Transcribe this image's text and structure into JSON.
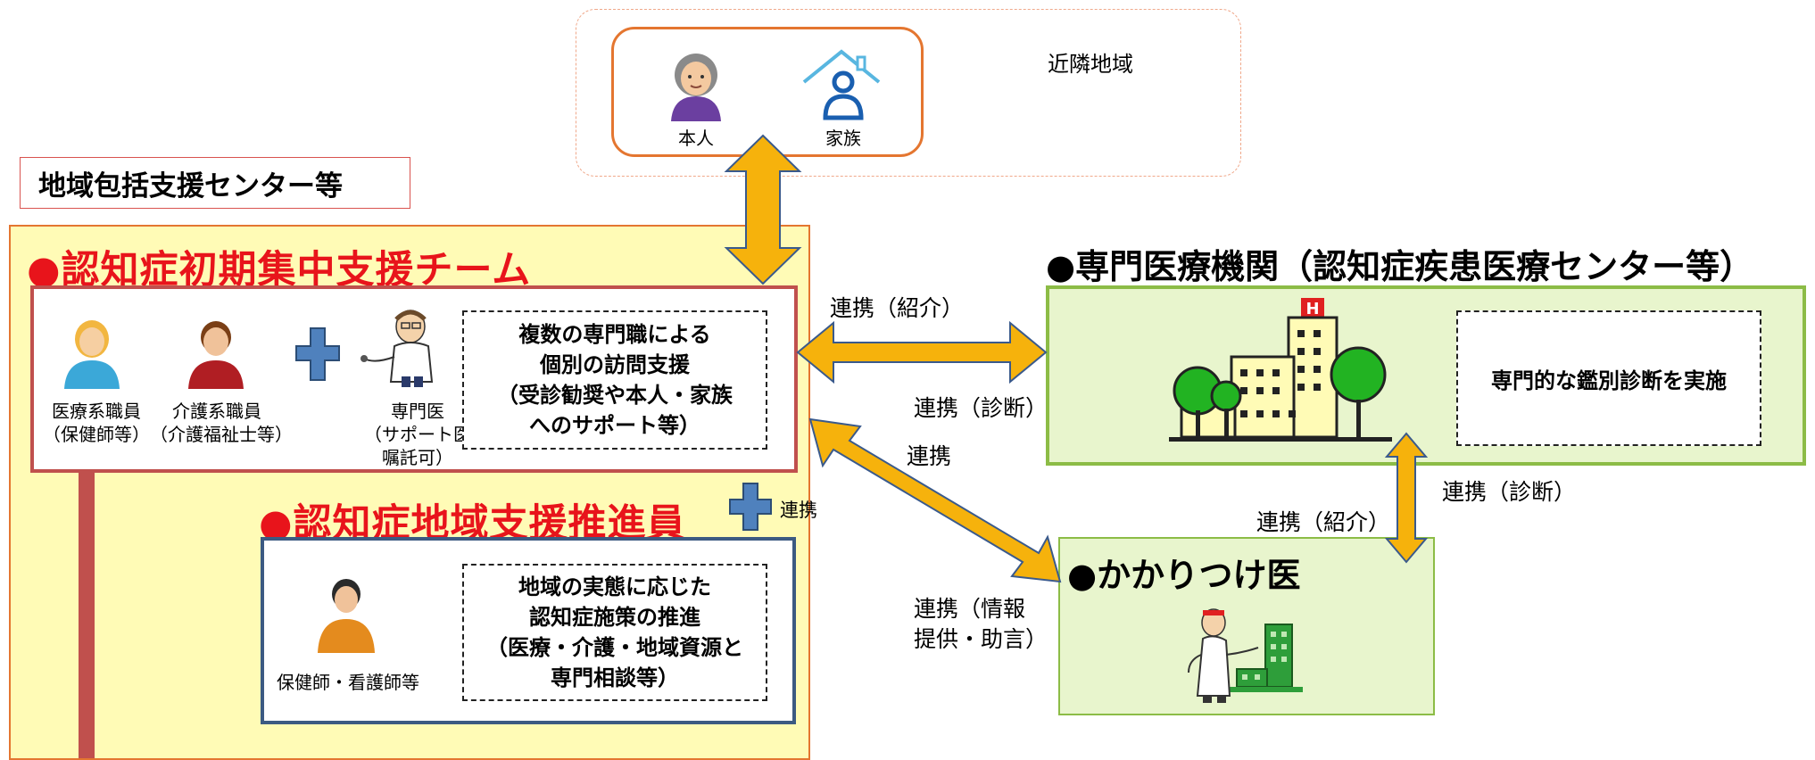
{
  "neighborhood": {
    "area_label": "近隣地域",
    "person_label": "本人",
    "family_label": "家族"
  },
  "center_label": "地域包括支援センター等",
  "team": {
    "title": "●認知症初期集中支援チーム",
    "medical_staff": "医療系職員\n（保健師等）",
    "care_staff": "介護系職員\n（介護福祉士等）",
    "specialist": "専門医\n（サポート医\n嘱託可）",
    "support_text": "複数の専門職による\n個別の訪問支援\n（受診勧奨や本人・家族\nへのサポート等）"
  },
  "promoter": {
    "title": "●認知症地域支援推進員",
    "plus_label": "連携",
    "staff": "保健師・看護師等",
    "support_text": "地域の実態に応じた\n認知症施策の推進\n（医療・介護・地域資源と\n専門相談等）"
  },
  "specialized": {
    "title": "●専門医療機関（認知症疾患医療センター等）",
    "diagnosis_text": "専門的な鑑別診断を実施"
  },
  "gp": {
    "title": "●かかりつけ医"
  },
  "links": {
    "referral_top": "連携（紹介）",
    "diagnosis_mid": "連携（診断）",
    "collab": "連携",
    "info_advice": "連携（情報\n提供・助言）",
    "referral_right": "連携（紹介）",
    "diagnosis_right": "連携（診断）"
  },
  "colors": {
    "arrow_fill": "#f6b20c",
    "arrow_stroke": "#3a5a8c",
    "team_title": "#e8141b",
    "yellow_bg": "#fffbb6",
    "green_bg": "#e8f5cd",
    "green_border": "#8cbc46",
    "team_border": "#c0504d",
    "promoter_border": "#3c5a82",
    "plus_blue": "#4f81bd"
  }
}
